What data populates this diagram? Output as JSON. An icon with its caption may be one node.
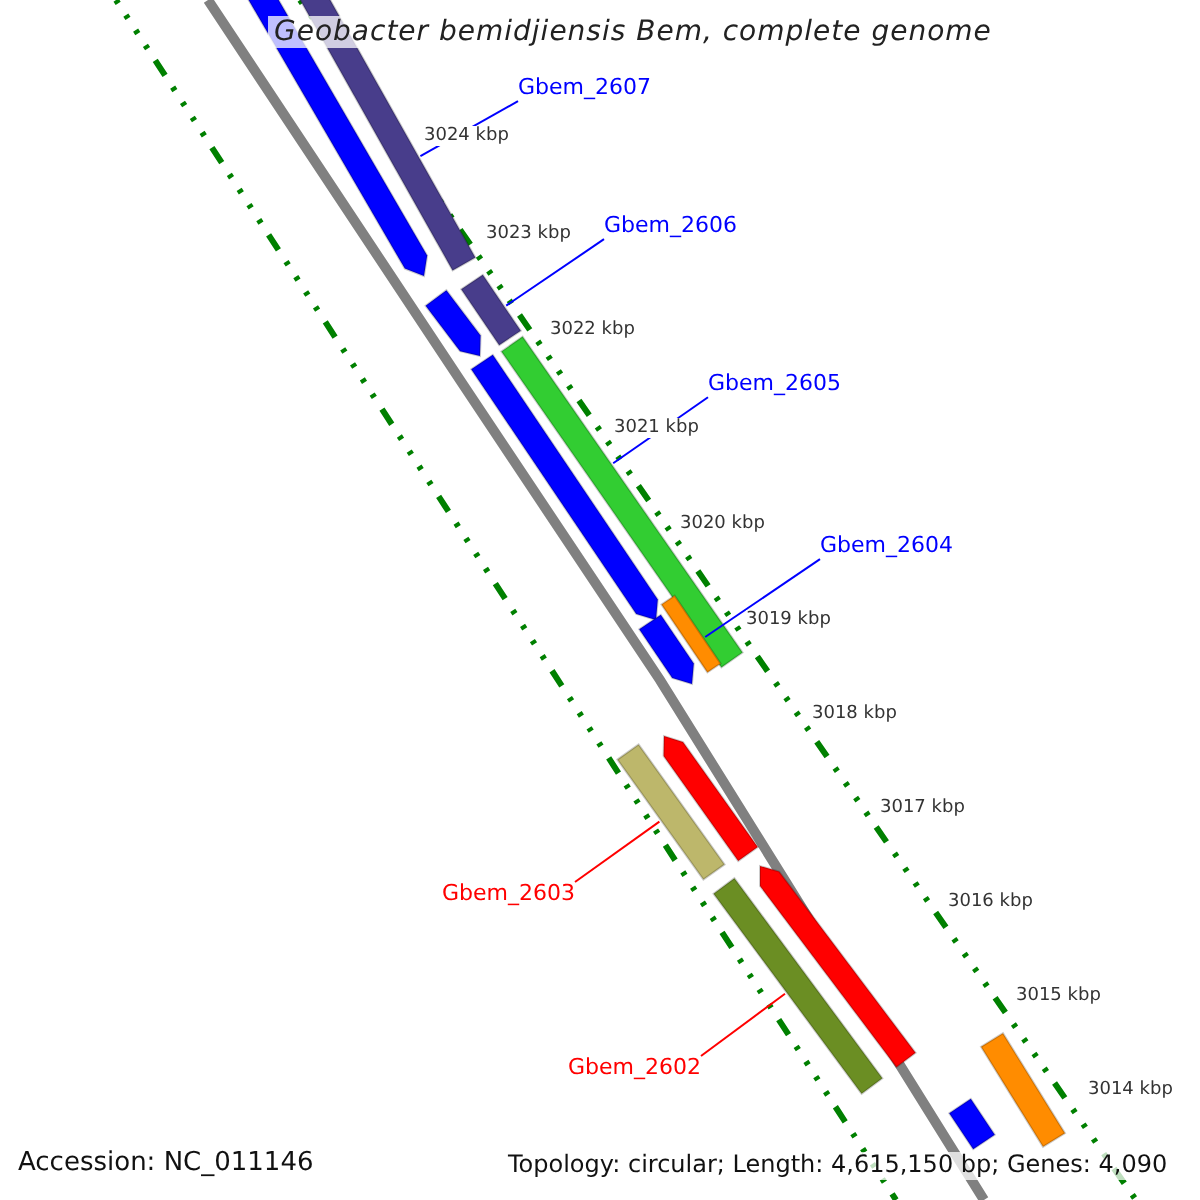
{
  "diagram": {
    "title": "Geobacter bemidjiensis Bem, complete genome",
    "nodes": [
      {
        "text": [
          "Gbem_2607"
        ]
      },
      {
        "text": [],
        "shape": "bar"
      },
      {
        "text": [
          "Gbem_2606"
        ]
      },
      {
        "text": [],
        "shape": "bar"
      },
      {
        "text": [
          "Gbem_2605"
        ]
      },
      {
        "text": [],
        "shape": "bar"
      },
      {
        "text": [
          "Gbem_2604"
        ]
      },
      {
        "text": [],
        "shape": "bar"
      },
      {
        "text": [
          "Gbem_2603"
        ]
      },
      {
        "text": [],
        "shape": "bar"
      },
      {
        "text": [
          "Gbem_2602"
        ]
      },
      {
        "text": [],
        "shape": "bar"
      },
      {
        "text": [],
        "shape": "arrow"
      },
      {
        "text": [],
        "shape": "arrow"
      },
      {
        "text": [],
        "shape": "arrow"
      },
      {
        "text": [],
        "shape": "arrow"
      },
      {
        "text": [],
        "shape": "arrow"
      },
      {
        "text": [],
        "shape": "arrow"
      },
      {
        "text": [],
        "shape": "bar"
      },
      {
        "text": [],
        "shape": "bar"
      }
    ],
    "edges": [
      {
        "from": 0,
        "to": 1,
        "arrow": "none"
      },
      {
        "from": 2,
        "to": 3,
        "arrow": "none"
      },
      {
        "from": 4,
        "to": 5,
        "arrow": "none"
      },
      {
        "from": 6,
        "to": 7,
        "arrow": "none"
      },
      {
        "from": 8,
        "to": 9,
        "arrow": "none",
        "color": "#ff0000"
      },
      {
        "from": 10,
        "to": 11,
        "arrow": "none",
        "color": "#ff0000"
      }
    ],
    "labels": [
      "3024 kbp",
      "3023 kbp",
      "3022 kbp",
      "3021 kbp",
      "3020 kbp",
      "3019 kbp",
      "3018 kbp",
      "3017 kbp",
      "3016 kbp",
      "3015 kbp",
      "3014 kbp",
      "Accession: NC_011146",
      "Topology: circular; Length: 4,615,150 bp; Genes: 4,090"
    ]
  }
}
